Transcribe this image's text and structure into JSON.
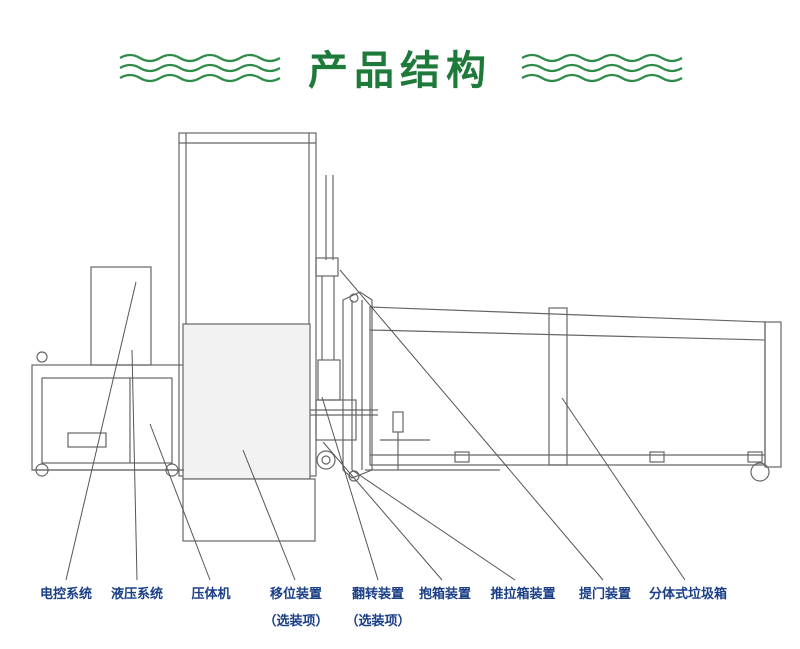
{
  "title": "产品结构",
  "colors": {
    "title": "#1e7a3a",
    "wave": "#2e8b4a",
    "label": "#1a3f86",
    "line": "#555555"
  },
  "labels": [
    {
      "id": "electric-control",
      "text": "电控系统"
    },
    {
      "id": "hydraulic",
      "text": "液压系统"
    },
    {
      "id": "compressor",
      "text": "压体机"
    },
    {
      "id": "shift",
      "text": "移位装置",
      "note": "（选装项）"
    },
    {
      "id": "flip",
      "text": "翻转装置",
      "note": "（选装项）"
    },
    {
      "id": "hug-box",
      "text": "抱箱装置"
    },
    {
      "id": "push-pull",
      "text": "推拉箱装置"
    },
    {
      "id": "lift-door",
      "text": "提门装置"
    },
    {
      "id": "split-box",
      "text": "分体式垃圾箱"
    }
  ]
}
